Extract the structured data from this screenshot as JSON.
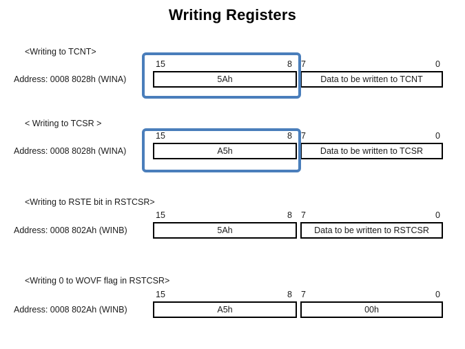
{
  "title": "Writing Registers",
  "accent_color": "#4A7EBB",
  "bit_labels": {
    "b15": "15",
    "b8": "8",
    "b7": "7",
    "b0": "0"
  },
  "sections": [
    {
      "heading": "<Writing to TCNT>",
      "address": "Address: 0008 8028h (WINA)",
      "high_byte": "5Ah",
      "low_byte": "Data to be written to TCNT",
      "highlighted": true
    },
    {
      "heading": "< Writing to TCSR >",
      "address": "Address: 0008 8028h (WINA)",
      "high_byte": "A5h",
      "low_byte": "Data to be written to TCSR",
      "highlighted": true
    },
    {
      "heading": "<Writing to RSTE bit in RSTCSR>",
      "address": "Address: 0008 802Ah (WINB)",
      "high_byte": "5Ah",
      "low_byte": "Data to be written to RSTCSR",
      "highlighted": false
    },
    {
      "heading": "<Writing 0 to WOVF flag in RSTCSR>",
      "address": "Address: 0008 802Ah (WINB)",
      "high_byte": "A5h",
      "low_byte": "00h",
      "highlighted": false
    }
  ]
}
